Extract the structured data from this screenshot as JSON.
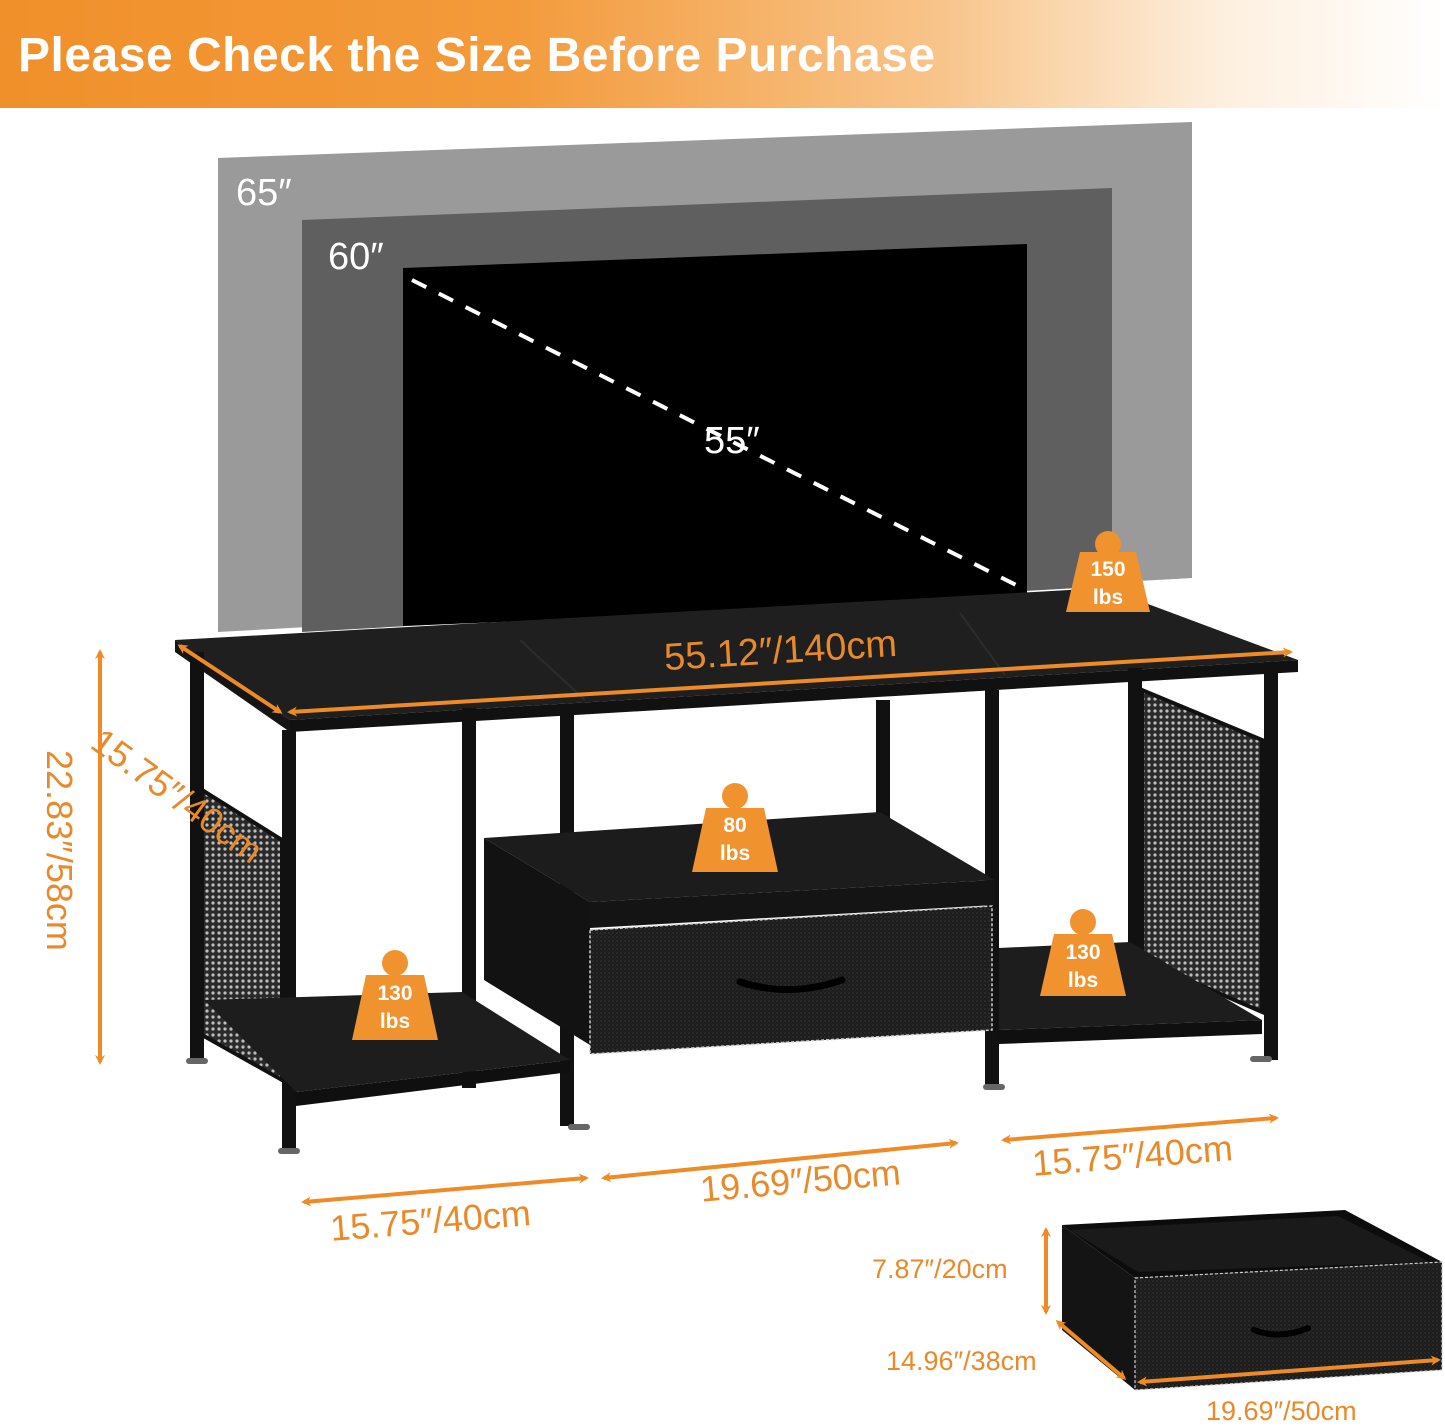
{
  "banner": {
    "title": "Please Check the Size Before Purchase",
    "gradient_start": "#f0902a"
  },
  "tv_sizes": {
    "large": "65″",
    "medium": "60″",
    "small": "55″"
  },
  "dimensions": {
    "top_width": "55.12″/140cm",
    "depth": "15.75″/40cm",
    "height": "22.83″/58cm",
    "left_section": "15.75″/40cm",
    "middle_section": "19.69″/50cm",
    "right_section": "15.75″/40cm"
  },
  "weight_capacity": {
    "top": {
      "value": "150",
      "unit": "lbs"
    },
    "middle_shelf": {
      "value": "80",
      "unit": "lbs"
    },
    "left_shelf": {
      "value": "130",
      "unit": "lbs"
    },
    "right_shelf": {
      "value": "130",
      "unit": "lbs"
    }
  },
  "drawer": {
    "height": "7.87″/20cm",
    "depth": "14.96″/38cm",
    "width": "19.69″/50cm"
  },
  "colors": {
    "accent": "#e8892a",
    "badge": "#f0922e",
    "wood": "#1e1e1e",
    "frame": "#111111"
  }
}
